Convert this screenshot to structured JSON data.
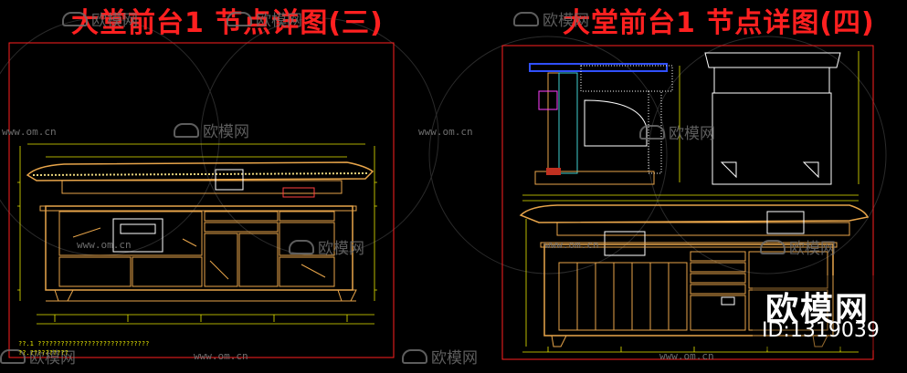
{
  "titles": {
    "left": "大堂前台1 节点详图(三)",
    "right": "大堂前台1 节点详图(四)"
  },
  "watermark": {
    "brand": "欧模网",
    "url": "www.om.cn"
  },
  "brand_badge": {
    "name": "欧模网",
    "id": "ID:1319039"
  },
  "notes": {
    "line1": "??.1 ?????????????????????????????",
    "line2": "??.??????????"
  },
  "colors": {
    "background": "#000000",
    "frame": "#ff2020",
    "title": "#ff2020",
    "furniture": "#e8a54a",
    "dimension": "#e6e600",
    "detail": "#ffffff",
    "accent_blue": "#3050ff",
    "accent_magenta": "#ff40ff"
  }
}
